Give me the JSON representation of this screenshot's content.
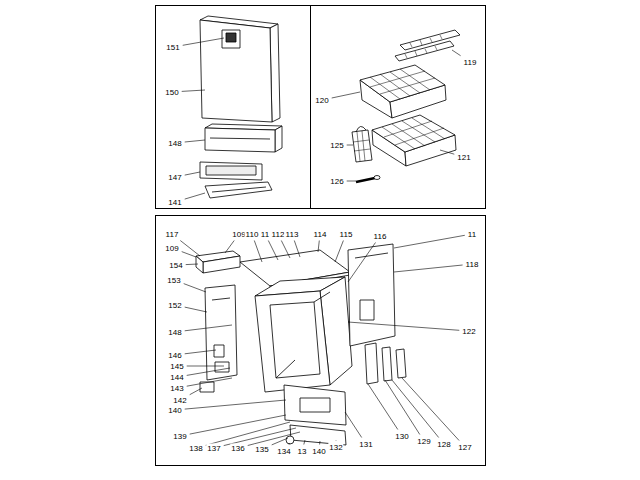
{
  "diagram": {
    "labels": [
      "151",
      "150",
      "148",
      "147",
      "141",
      "119",
      "120",
      "125",
      "121",
      "126",
      "117",
      "109",
      "110",
      "11",
      "112",
      "113",
      "114",
      "115",
      "116",
      "11",
      "109",
      "154",
      "153",
      "118",
      "152",
      "122",
      "148",
      "146",
      "145",
      "144",
      "143",
      "142",
      "140",
      "139",
      "138",
      "137",
      "136",
      "135",
      "134",
      "13",
      "140",
      "132",
      "131",
      "130",
      "129",
      "128",
      "127"
    ]
  }
}
